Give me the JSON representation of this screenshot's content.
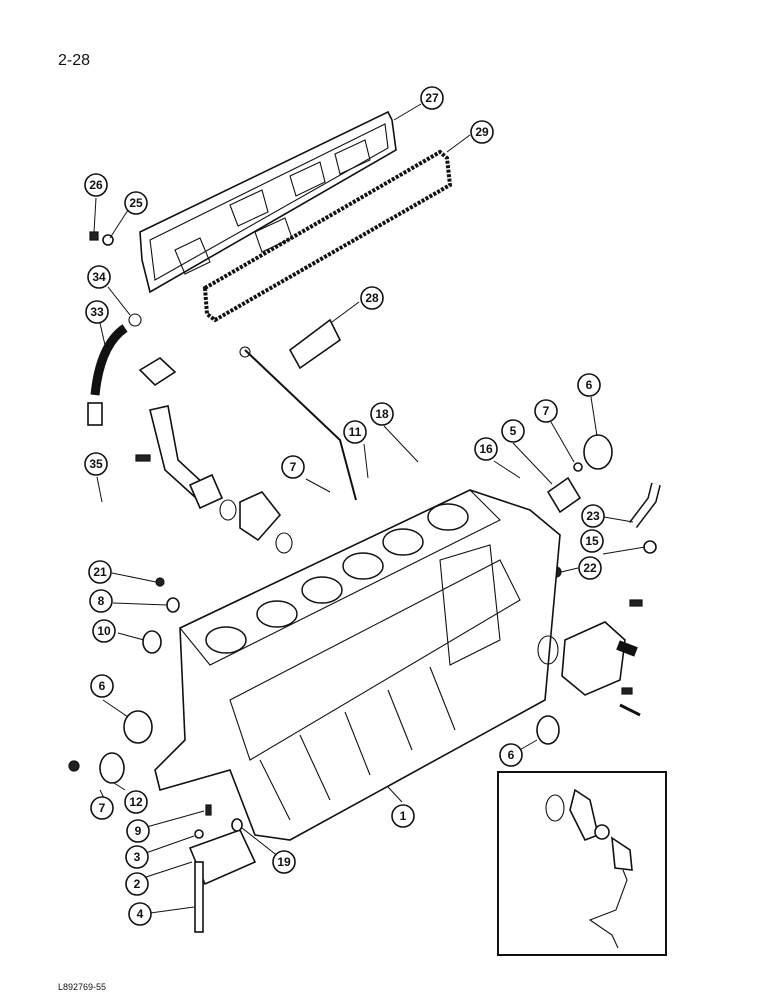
{
  "page": {
    "label": "2-28",
    "ref_code": "L892769-55"
  },
  "callouts": [
    {
      "id": "c27",
      "label": "27"
    },
    {
      "id": "c29",
      "label": "29"
    },
    {
      "id": "c26",
      "label": "26"
    },
    {
      "id": "c25",
      "label": "25"
    },
    {
      "id": "c28",
      "label": "28"
    },
    {
      "id": "c34",
      "label": "34"
    },
    {
      "id": "c33",
      "label": "33"
    },
    {
      "id": "c6a",
      "label": "6"
    },
    {
      "id": "c7a",
      "label": "7"
    },
    {
      "id": "c18",
      "label": "18"
    },
    {
      "id": "c11",
      "label": "11"
    },
    {
      "id": "c5",
      "label": "5"
    },
    {
      "id": "c16",
      "label": "16"
    },
    {
      "id": "c35",
      "label": "35"
    },
    {
      "id": "c7b",
      "label": "7"
    },
    {
      "id": "c23",
      "label": "23"
    },
    {
      "id": "c15",
      "label": "15"
    },
    {
      "id": "c21",
      "label": "21"
    },
    {
      "id": "c22",
      "label": "22"
    },
    {
      "id": "c8",
      "label": "8"
    },
    {
      "id": "c10",
      "label": "10"
    },
    {
      "id": "c6b",
      "label": "6"
    },
    {
      "id": "c6c",
      "label": "6"
    },
    {
      "id": "c7c",
      "label": "7"
    },
    {
      "id": "c12",
      "label": "12"
    },
    {
      "id": "c1",
      "label": "1"
    },
    {
      "id": "c9",
      "label": "9"
    },
    {
      "id": "c3",
      "label": "3"
    },
    {
      "id": "c2",
      "label": "2"
    },
    {
      "id": "c19",
      "label": "19"
    },
    {
      "id": "c4",
      "label": "4"
    }
  ]
}
